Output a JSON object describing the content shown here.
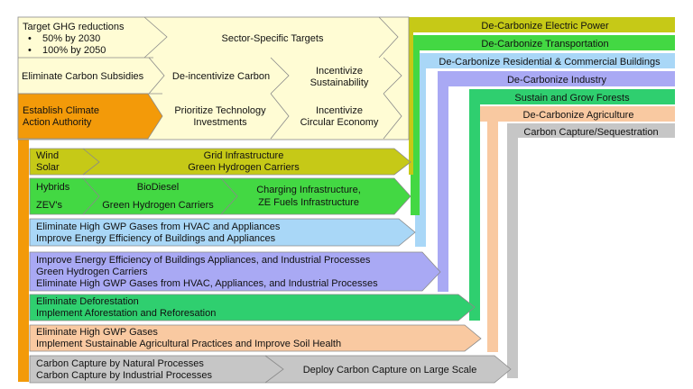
{
  "colors": {
    "power": "#c6c917",
    "transportation": "#43d843",
    "buildings": "#a9d7f7",
    "industry": "#a9a9f4",
    "forests": "#2fcf6f",
    "agriculture": "#f9c9a1",
    "carbon_capture": "#c6c6c6",
    "pale_yellow": "#fffcd4",
    "authority": "#f39a09",
    "outline": "#8a8a8a"
  },
  "top_block": {
    "ghg_title": "Target GHG reductions",
    "ghg_bullet_1": "50% by 2030",
    "ghg_bullet_2": "100% by 2050",
    "sector_targets": "Sector-Specific Targets",
    "eliminate_subsidies": "Eliminate Carbon Subsidies",
    "deincentivize": "De-incentivize Carbon",
    "incentivize_sust_1": "Incentivize",
    "incentivize_sust_2": "Sustainability",
    "authority_1": "Establish Climate",
    "authority_2": "Action Authority",
    "prioritize_1": "Prioritize Technology",
    "prioritize_2": "Investments",
    "circular_1": "Incentivize",
    "circular_2": "Circular Economy"
  },
  "sectors": [
    "De-Carbonize Electric Power",
    "De-Carbonize Transportation",
    "De-Carbonize Residential & Commercial Buildings",
    "De-Carbonize Industry",
    "Sustain and Grow Forests",
    "De-Carbonize Agriculture",
    "Carbon Capture/Sequestration"
  ],
  "power_rows": {
    "wind": "Wind",
    "solar": "Solar",
    "grid": "Grid Infrastructure",
    "hydrogen": "Green Hydrogen Carriers"
  },
  "transport_rows": {
    "hybrids": "Hybrids",
    "zevs": "ZEV's",
    "biodiesel": "BioDiesel",
    "hydrogen": "Green Hydrogen Carriers",
    "charging_1": "Charging Infrastructure,",
    "charging_2": "ZE Fuels Infrastructure"
  },
  "building_rows": [
    "Eliminate High GWP Gases from HVAC and Appliances",
    "Improve Energy Efficiency of Buildings and Appliances"
  ],
  "industry_rows": [
    "Improve Energy Efficiency of Buildings Appliances, and Industrial Processes",
    "Green Hydrogen Carriers",
    "Eliminate High GWP Gases from HVAC, Appliances, and Industrial Processes"
  ],
  "forest_rows": [
    "Eliminate Deforestation",
    "Implement Aforestation and Reforesation"
  ],
  "agriculture_rows": [
    "Eliminate High GWP Gases",
    "Implement Sustainable Agricultural Practices and Improve Soil Health"
  ],
  "capture_rows": {
    "natural": "Carbon Capture by Natural Processes",
    "industrial": "Carbon Capture by Industrial Processes",
    "deploy": "Deploy Carbon Capture on Large Scale"
  }
}
